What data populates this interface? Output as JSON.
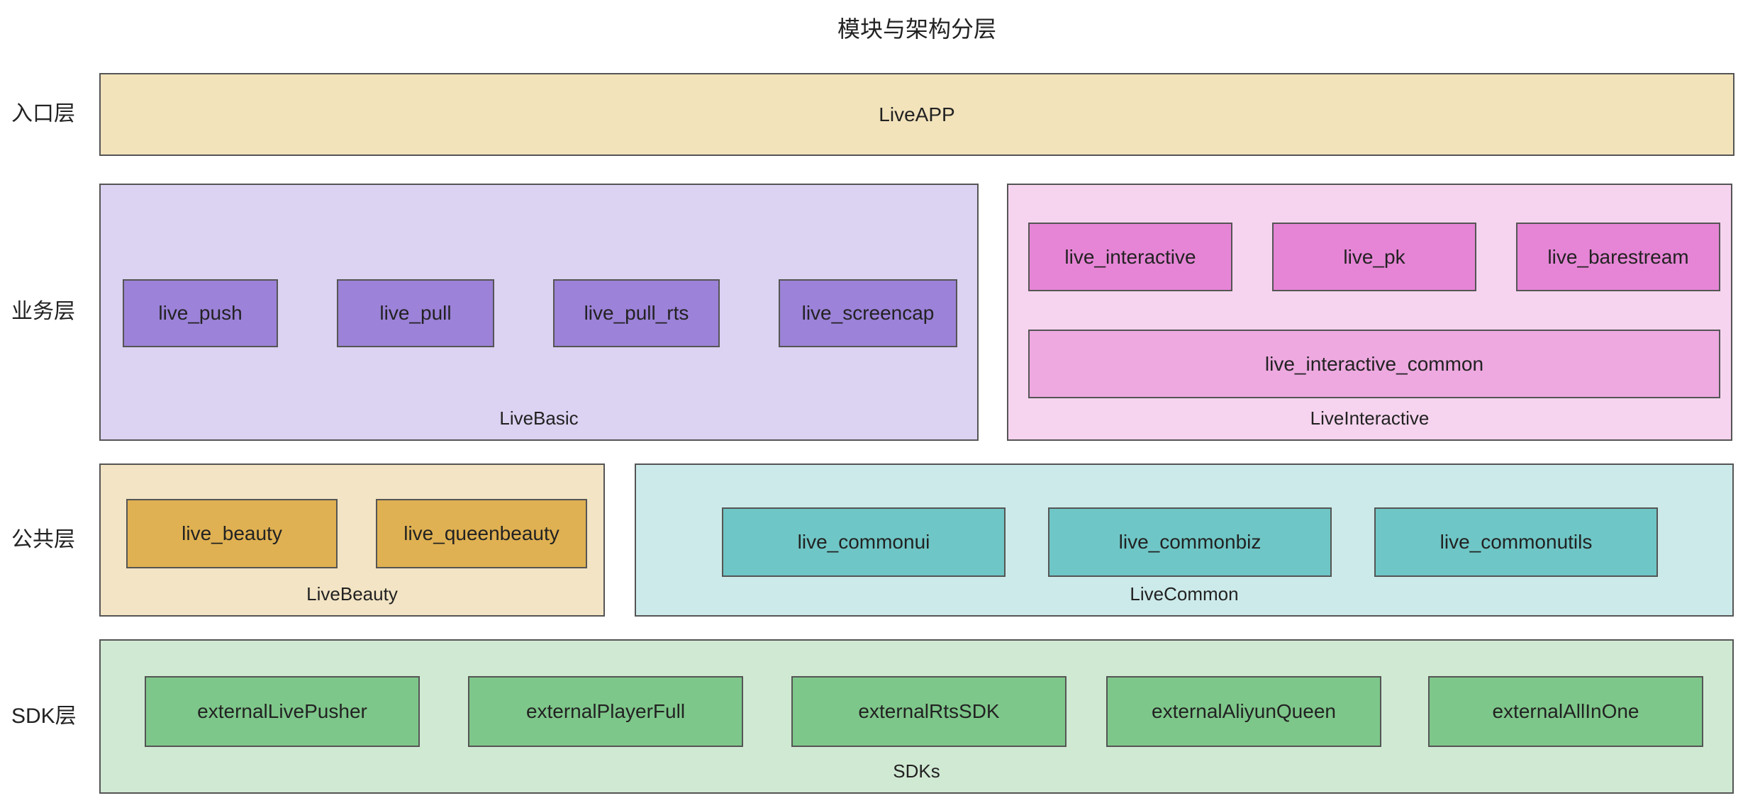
{
  "title": "模块与架构分层",
  "row_labels": {
    "entry": "入口层",
    "business": "业务层",
    "common": "公共层",
    "sdk": "SDK层"
  },
  "layers": {
    "entry": {
      "app_label": "LiveAPP"
    },
    "basic": {
      "label": "LiveBasic",
      "modules": [
        "live_push",
        "live_pull",
        "live_pull_rts",
        "live_screencap"
      ]
    },
    "interactive": {
      "label": "LiveInteractive",
      "modules": [
        "live_interactive",
        "live_pk",
        "live_barestream"
      ],
      "common_module": "live_interactive_common"
    },
    "beauty": {
      "label": "LiveBeauty",
      "modules": [
        "live_beauty",
        "live_queenbeauty"
      ]
    },
    "common": {
      "label": "LiveCommon",
      "modules": [
        "live_commonui",
        "live_commonbiz",
        "live_commonutils"
      ]
    },
    "sdk": {
      "label": "SDKs",
      "modules": [
        "externalLivePusher",
        "externalPlayerFull",
        "externalRtsSDK",
        "externalAliyunQueen",
        "externalAllInOne"
      ]
    }
  },
  "colors": {
    "entry-bg": "#f2e3bb",
    "basic-bg": "#dcd2f2",
    "basic-module-bg": "#9c82d8",
    "interactive-bg": "#f6d4ef",
    "interactive-module-bg": "#e685d6",
    "interactive-common-bg": "#eda9e0",
    "beauty-bg": "#f2e4c4",
    "beauty-module-bg": "#e0b152",
    "common-bg": "#cdeaea",
    "common-module-bg": "#6fc6c6",
    "sdk-bg": "#d0e9d3",
    "sdk-module-bg": "#7ec78a",
    "border": "#555555",
    "text": "#222222"
  }
}
